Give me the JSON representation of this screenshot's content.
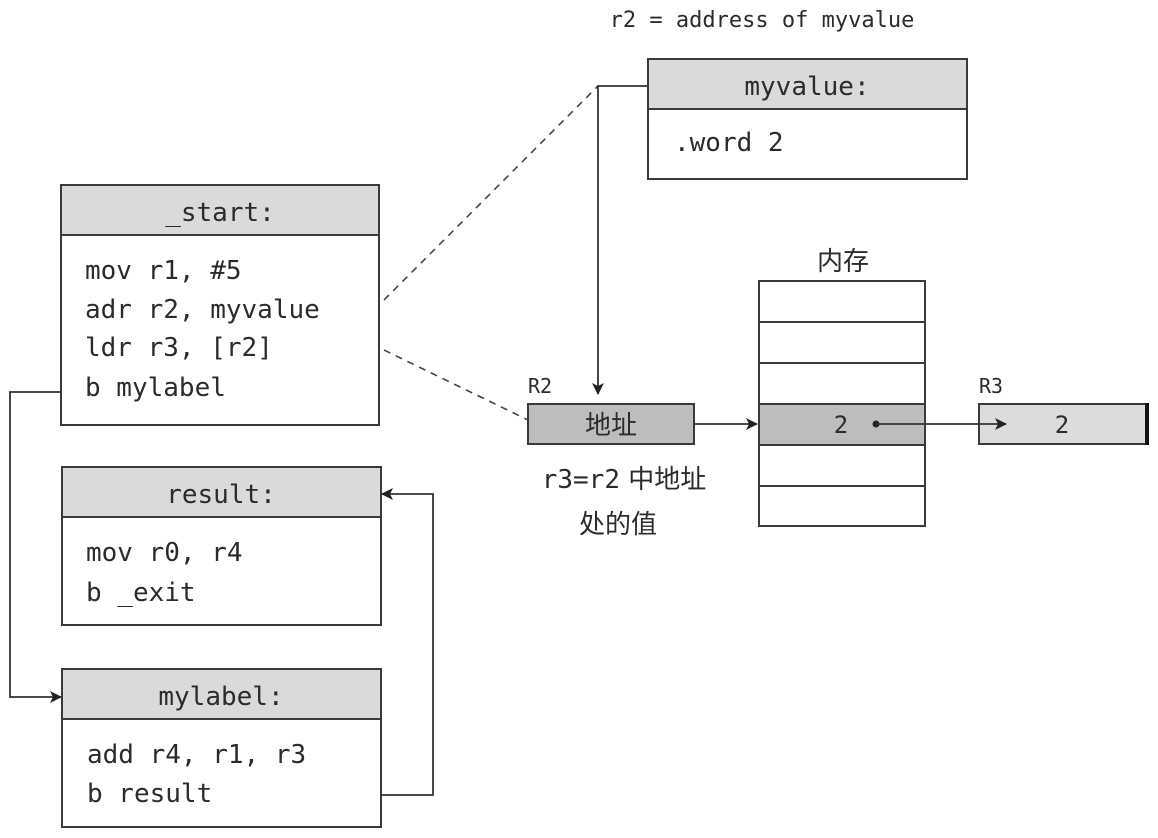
{
  "annotation_top": "r2 = address of myvalue",
  "blocks": {
    "start": {
      "title": "_start:",
      "lines": [
        "mov r1, #5",
        "adr r2, myvalue",
        "ldr r3, [r2]",
        "b mylabel"
      ]
    },
    "myvalue": {
      "title": "myvalue:",
      "lines": [
        ".word 2"
      ]
    },
    "result": {
      "title": "result:",
      "lines": [
        "mov r0, r4",
        "b _exit"
      ]
    },
    "mylabel": {
      "title": "mylabel:",
      "lines": [
        "add r4, r1, r3",
        "b result"
      ]
    }
  },
  "memory": {
    "title": "内存",
    "highlighted_value": "2"
  },
  "r2": {
    "label": "R2",
    "value": "地址"
  },
  "r3": {
    "label": "R3",
    "value": "2"
  },
  "caption": {
    "line1_code": "r3=r2",
    "line1_text": " 中地址",
    "line2": "处的值"
  },
  "colors": {
    "header_gray": "#dadada",
    "register_gray": "#bdbdbd",
    "r3_gray": "#dcdcdc"
  }
}
